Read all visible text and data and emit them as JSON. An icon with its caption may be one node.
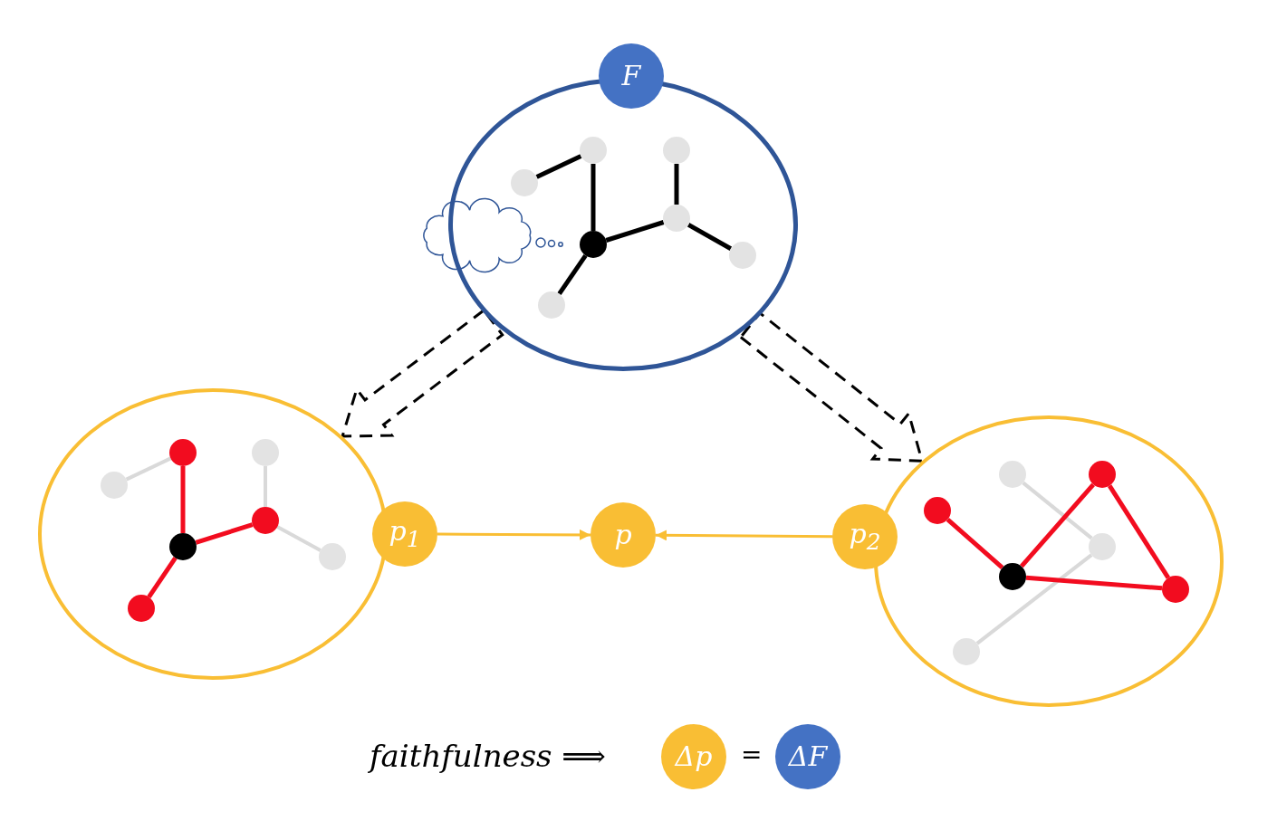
{
  "diagram": {
    "nodes": [
      {
        "text": [],
        "shape": "ellipse"
      },
      {
        "text": [
          "F"
        ]
      },
      {
        "text": [],
        "shape": "circle",
        "in": 0
      },
      {
        "text": [],
        "shape": "circle",
        "in": 0
      },
      {
        "text": [],
        "shape": "circle",
        "in": 0
      },
      {
        "text": [],
        "shape": "circle",
        "in": 0
      },
      {
        "text": [],
        "shape": "circle",
        "in": 0
      },
      {
        "text": [],
        "shape": "circle",
        "in": 0
      },
      {
        "text": [],
        "shape": "circle",
        "in": 0
      },
      {
        "text": [],
        "shape": "ellipse"
      },
      {
        "text": [],
        "shape": "circle",
        "in": 9
      },
      {
        "text": [],
        "shape": "circle",
        "in": 9
      },
      {
        "text": [],
        "shape": "circle",
        "in": 9
      },
      {
        "text": [],
        "shape": "circle",
        "in": 9
      },
      {
        "text": [],
        "shape": "circle",
        "in": 9
      },
      {
        "text": [],
        "shape": "circle",
        "in": 9
      },
      {
        "text": [],
        "shape": "circle",
        "in": 9
      },
      {
        "text": [
          "p$_{1}$"
        ]
      },
      {
        "text": [
          "p"
        ]
      },
      {
        "text": [
          "p$_{2}$"
        ]
      },
      {
        "text": [],
        "shape": "ellipse"
      },
      {
        "text": [],
        "shape": "circle",
        "in": 20
      },
      {
        "text": [],
        "shape": "circle",
        "in": 20
      },
      {
        "text": [],
        "shape": "circle",
        "in": 20
      },
      {
        "text": [],
        "shape": "circle",
        "in": 20
      },
      {
        "text": [],
        "shape": "circle",
        "in": 20
      },
      {
        "text": [],
        "shape": "circle",
        "in": 20
      },
      {
        "text": [],
        "shape": "circle",
        "in": 20
      },
      {
        "text": [
          "Δp"
        ]
      },
      {
        "text": [
          "ΔF"
        ]
      }
    ],
    "edges": [
      {
        "from": 4,
        "to": 2,
        "arrow": "none",
        "color": "#000000"
      },
      {
        "from": 2,
        "to": 6,
        "arrow": "none",
        "color": "#000000"
      },
      {
        "from": 3,
        "to": 5,
        "arrow": "none",
        "color": "#000000"
      },
      {
        "from": 6,
        "to": 5,
        "arrow": "none",
        "color": "#000000"
      },
      {
        "from": 5,
        "to": 7,
        "arrow": "none",
        "color": "#000000"
      },
      {
        "from": 6,
        "to": 8,
        "arrow": "none",
        "color": "#000000"
      },
      {
        "from": 12,
        "to": 10,
        "arrow": "none",
        "color": "#d9d9d9"
      },
      {
        "from": 10,
        "to": 14,
        "arrow": "none",
        "color": "#f20c1f"
      },
      {
        "from": 11,
        "to": 13,
        "arrow": "none",
        "color": "#d9d9d9"
      },
      {
        "from": 14,
        "to": 13,
        "arrow": "none",
        "color": "#f20c1f"
      },
      {
        "from": 13,
        "to": 15,
        "arrow": "none",
        "color": "#d9d9d9"
      },
      {
        "from": 14,
        "to": 16,
        "arrow": "none",
        "color": "#f20c1f"
      },
      {
        "from": 23,
        "to": 25,
        "arrow": "none",
        "color": "#f20c1f"
      },
      {
        "from": 21,
        "to": 24,
        "arrow": "none",
        "color": "#d9d9d9"
      },
      {
        "from": 24,
        "to": 27,
        "arrow": "none",
        "color": "#d9d9d9"
      },
      {
        "from": 25,
        "to": 22,
        "arrow": "none",
        "color": "#f20c1f"
      },
      {
        "from": 25,
        "to": 26,
        "arrow": "none",
        "color": "#f20c1f"
      },
      {
        "from": 22,
        "to": 26,
        "arrow": "none",
        "color": "#f20c1f"
      },
      {
        "from": 17,
        "to": 18,
        "arrow": "to",
        "color": "#f9be34"
      },
      {
        "from": 19,
        "to": 18,
        "arrow": "to",
        "color": "#f9be34"
      },
      {
        "from": 0,
        "to": 9,
        "arrow": "to",
        "style": "dashed",
        "color": "#000000"
      },
      {
        "from": 0,
        "to": 20,
        "arrow": "to",
        "style": "dashed",
        "color": "#000000"
      }
    ],
    "labels": [
      "faithfulness ⟹",
      "="
    ]
  }
}
